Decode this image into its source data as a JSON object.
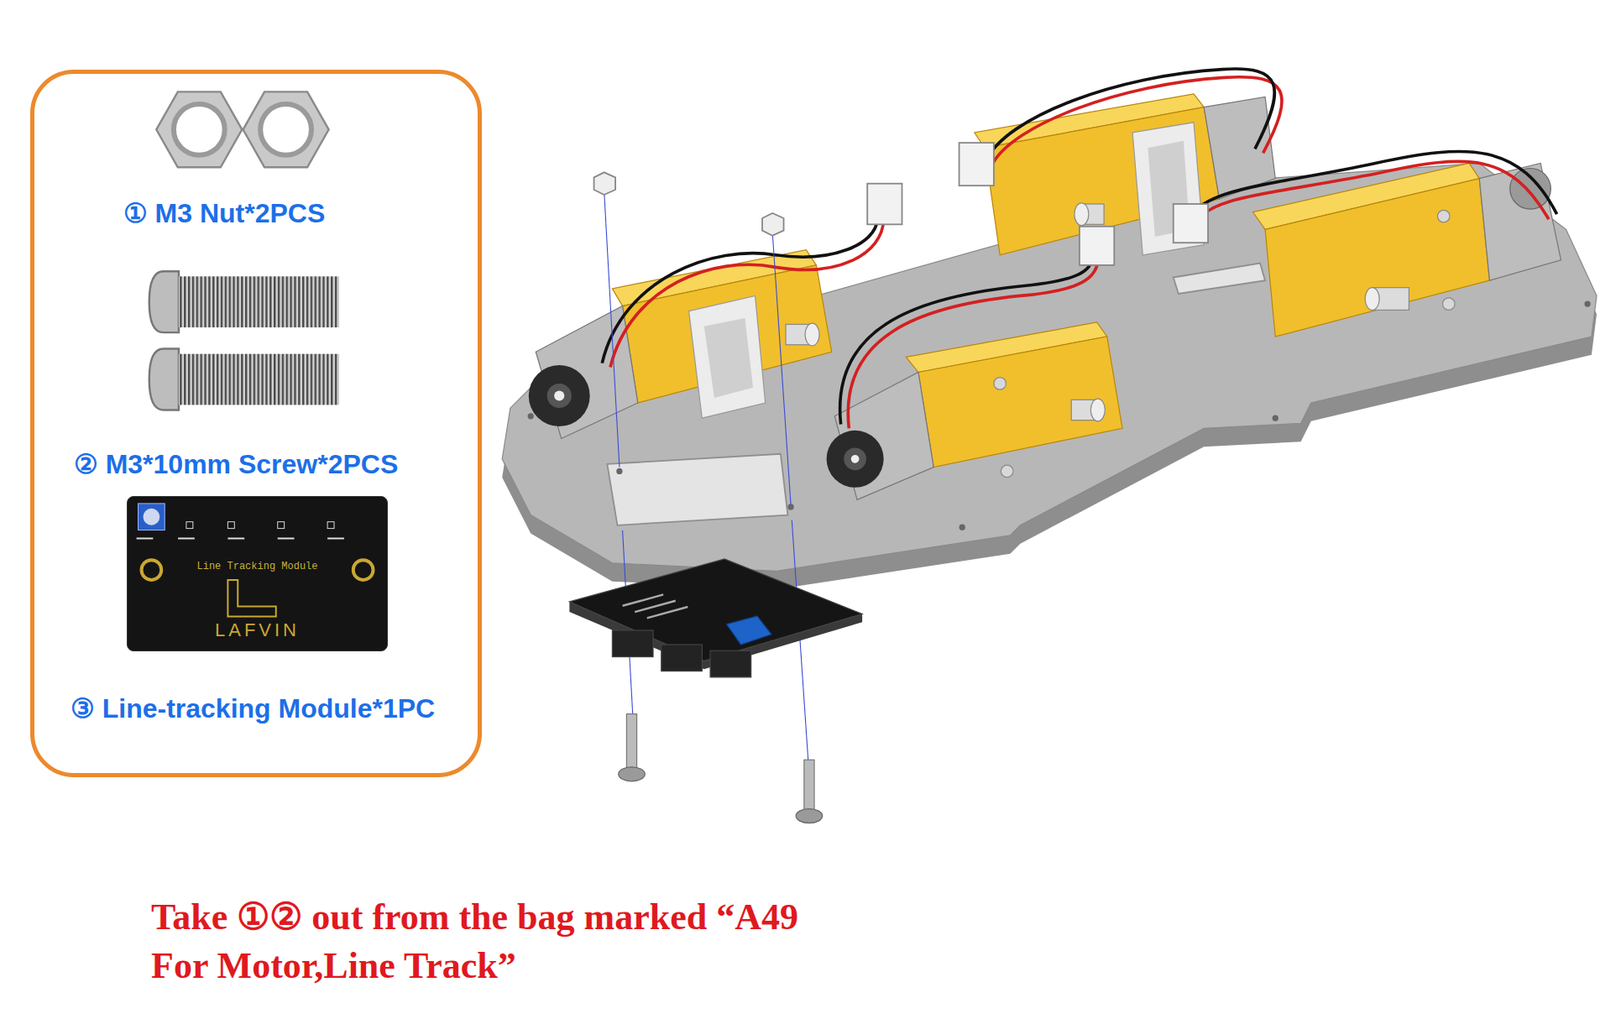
{
  "diagram": {
    "caption": "Take ①② out from the bag marked “A49 For Motor,Line Track”",
    "nodes": [
      {
        "text": [
          "① M3 Nut*2PCS",
          "② M3*10mm Screw*2PCS",
          "③ Line-tracking Module*1PC"
        ]
      },
      {
        "text": [
          "Line Tracking Module",
          "LAFVIN"
        ],
        "in": 0
      }
    ]
  }
}
